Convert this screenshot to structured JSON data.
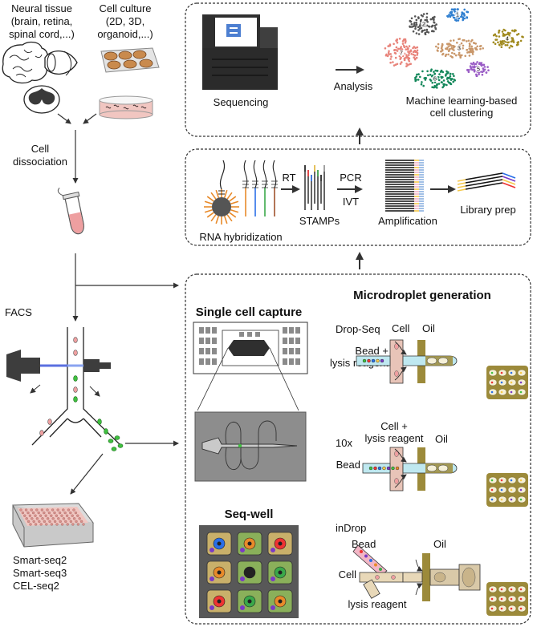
{
  "sources": {
    "neural": [
      "Neural tissue",
      "(brain, retina,",
      "spinal cord,...)"
    ],
    "culture": [
      "Cell culture",
      "(2D, 3D,",
      "organoid,...)"
    ]
  },
  "steps": {
    "dissociation": [
      "Cell",
      "dissociation"
    ],
    "facs": "FACS",
    "plate_methods": [
      "Smart-seq2",
      "Smart-seq3",
      "CEL-seq2"
    ]
  },
  "top_box": {
    "sequencing": "Sequencing",
    "analysis": "Analysis",
    "clustering": [
      "Machine learning-based",
      "cell clustering"
    ],
    "cluster_ids": [
      "1",
      "2",
      "3",
      "4",
      "5",
      "6",
      "7"
    ]
  },
  "middle_box": {
    "rna_hybridization": "RNA hybridization",
    "rt": "RT",
    "stamps": "STAMPs",
    "pcr": "PCR",
    "ivt": "IVT",
    "amplification": "Amplification",
    "library_prep": "Library prep"
  },
  "bottom_box": {
    "single_cell_capture": "Single cell capture",
    "seq_well": "Seq-well",
    "microdroplet_title": "Microdroplet generation",
    "dropseq": {
      "name": "Drop-Seq",
      "cell": "Cell",
      "oil": "Oil",
      "bead": [
        "Bead +",
        "lysis reagent"
      ]
    },
    "tenx": {
      "name": "10x",
      "cell": [
        "Cell +",
        "lysis reagent"
      ],
      "oil": "Oil",
      "bead": "Bead"
    },
    "indrop": {
      "name": "inDrop",
      "bead": "Bead",
      "oil": "Oil",
      "cell": "Cell",
      "lysis": "lysis reagent"
    }
  },
  "colors": {
    "brain_pink": "#f2c9c4",
    "flask_orange": "#c98a4d",
    "droplet_green": "#3fbf3f",
    "khaki": "#9c8a3a",
    "channel_pink": "#e8c4b8",
    "channel_cyan": "#bfe8f0",
    "cluster_grey": "#555555",
    "cluster_blue": "#2f7fd0",
    "cluster_tan": "#c9976a",
    "cluster_olive": "#a08a1e",
    "cluster_purple": "#9a5cc6",
    "cluster_green": "#13875a",
    "cluster_pink": "#e8837a"
  }
}
